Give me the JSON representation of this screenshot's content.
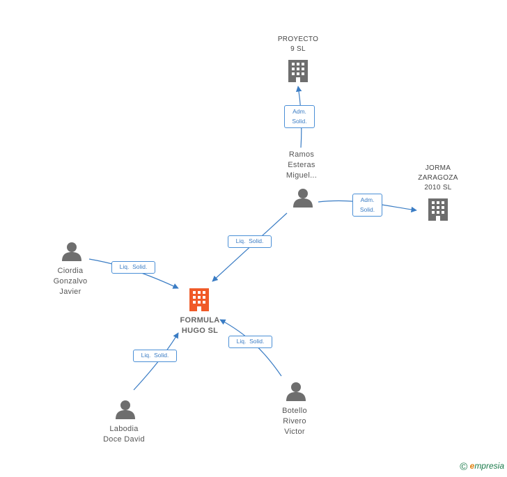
{
  "nodes": {
    "proyecto": {
      "label": "PROYECTO\n9 SL",
      "type": "company"
    },
    "jorma": {
      "label": "JORMA\nZARAGOZA\n2010 SL",
      "type": "company"
    },
    "formula": {
      "label": "FORMULA\nHUGO SL",
      "type": "company",
      "highlight": true
    },
    "ramos": {
      "label": "Ramos\nEsteras\nMiguel...",
      "type": "person"
    },
    "ciordia": {
      "label": "Ciordia\nGonzalvo\nJavier",
      "type": "person"
    },
    "labodia": {
      "label": "Labodia\nDoce David",
      "type": "person"
    },
    "botello": {
      "label": "Botello\nRivero\nVictor",
      "type": "person"
    }
  },
  "edges": {
    "ramos_proyecto": "Adm.\nSolid.",
    "ramos_jorma": "Adm.\nSolid.",
    "ramos_formula": "Liq.  Solid.",
    "ciordia_formula": "Liq.  Solid.",
    "labodia_formula": "Liq.  Solid.",
    "botello_formula": "Liq.  Solid."
  },
  "colors": {
    "company": "#6e6e6e",
    "highlight": "#f05a28",
    "person": "#6e6e6e",
    "edge": "#3a7cc4"
  },
  "footer": {
    "copyright_symbol": "©",
    "brand_first": "e",
    "brand_rest": "mpresia"
  }
}
